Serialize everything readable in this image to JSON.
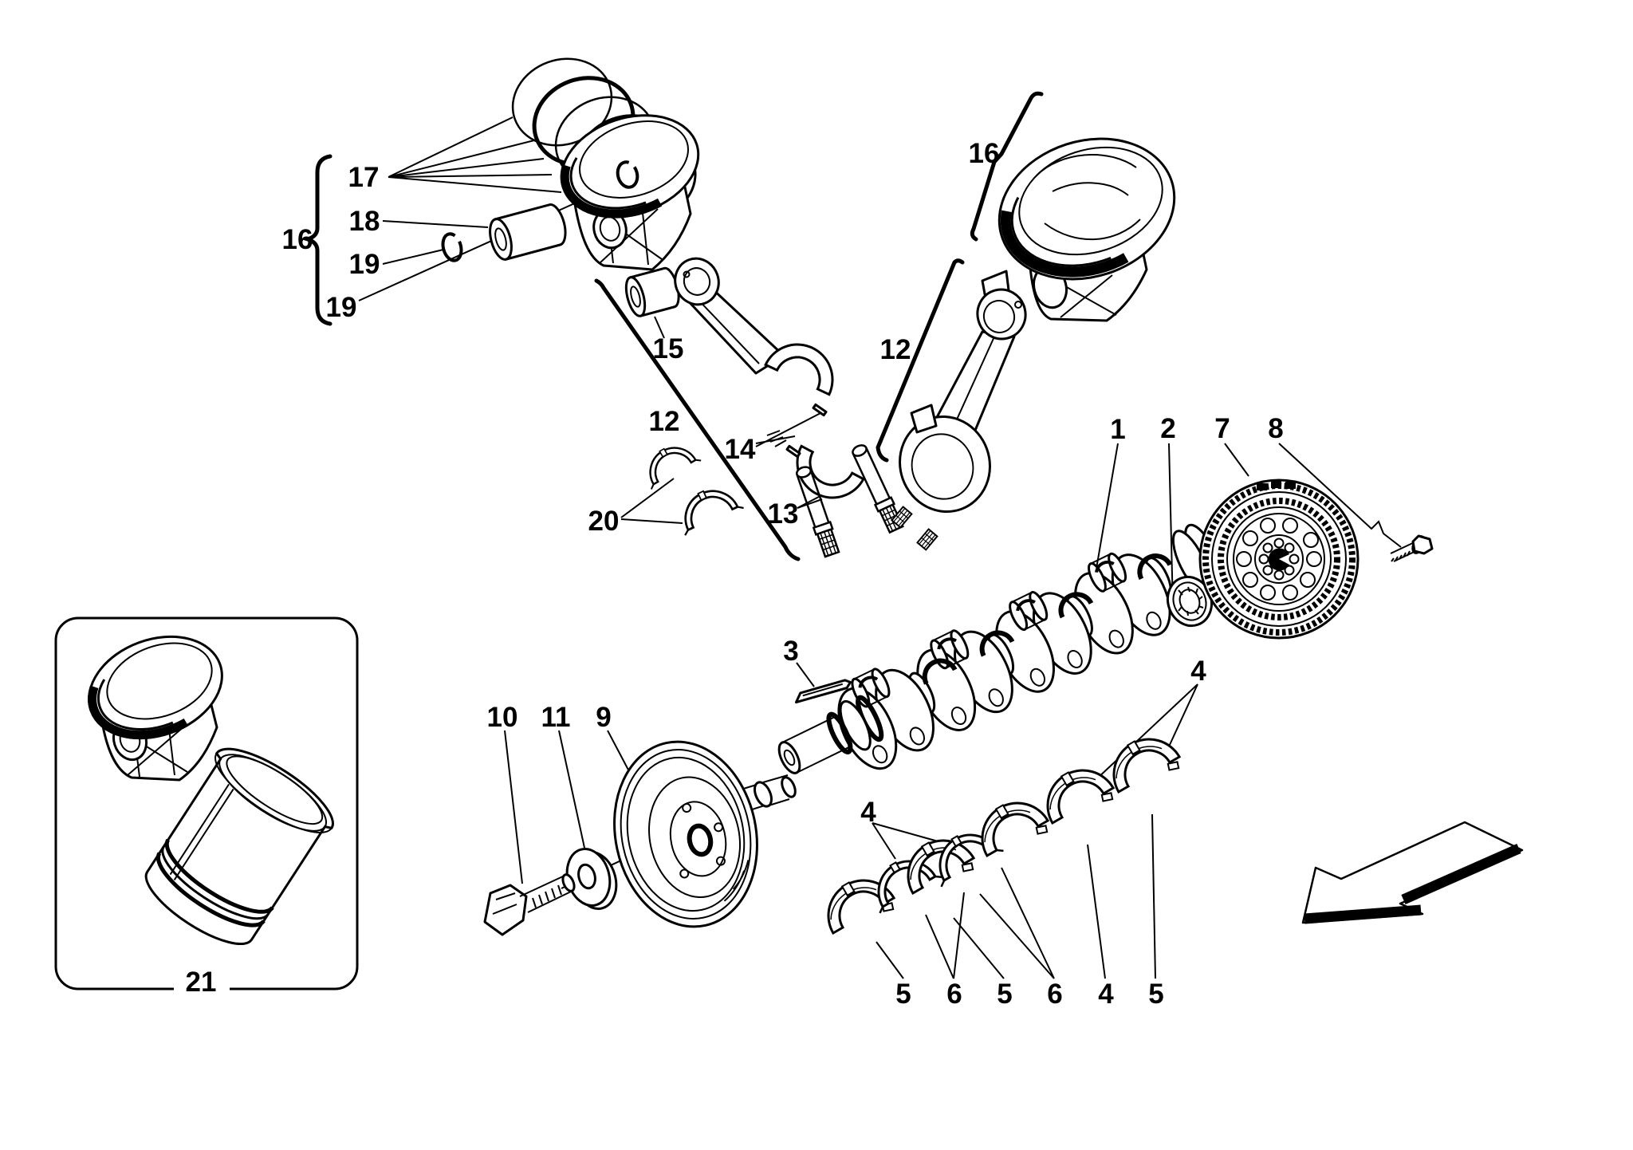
{
  "diagram": {
    "background_color": "#ffffff",
    "line_color": "#000000",
    "callouts": [
      {
        "label": "17",
        "part": "piston-rings"
      },
      {
        "label": "18",
        "part": "wrist-pin"
      },
      {
        "label": "16",
        "part": "piston-assembly-left"
      },
      {
        "label": "19",
        "part": "circlip-a"
      },
      {
        "label": "19",
        "part": "circlip-b"
      },
      {
        "label": "15",
        "part": "small-end-bushing"
      },
      {
        "label": "12",
        "part": "connecting-rod-left"
      },
      {
        "label": "14",
        "part": "rod-cap-dowels"
      },
      {
        "label": "13",
        "part": "rod-bolts"
      },
      {
        "label": "20",
        "part": "rod-bearing-shells"
      },
      {
        "label": "16",
        "part": "piston-assembly-right"
      },
      {
        "label": "12",
        "part": "connecting-rod-right"
      },
      {
        "label": "1",
        "part": "crankshaft"
      },
      {
        "label": "2",
        "part": "seal-bearing"
      },
      {
        "label": "7",
        "part": "flywheel"
      },
      {
        "label": "8",
        "part": "flywheel-bolt"
      },
      {
        "label": "3",
        "part": "key"
      },
      {
        "label": "9",
        "part": "pulley"
      },
      {
        "label": "10",
        "part": "pulley-bolt"
      },
      {
        "label": "11",
        "part": "washer"
      },
      {
        "label": "4",
        "part": "main-bearing-shells"
      },
      {
        "label": "4",
        "part": "main-bearing-shells"
      },
      {
        "label": "5",
        "part": "main-bearing-shell"
      },
      {
        "label": "6",
        "part": "main-bearing-shell-thin"
      },
      {
        "label": "5",
        "part": "main-bearing-shell"
      },
      {
        "label": "6",
        "part": "main-bearing-shell-thin"
      },
      {
        "label": "4",
        "part": "main-bearing-shell"
      },
      {
        "label": "5",
        "part": "main-bearing-shell"
      },
      {
        "label": "21",
        "part": "piston-liner-kit"
      }
    ]
  }
}
